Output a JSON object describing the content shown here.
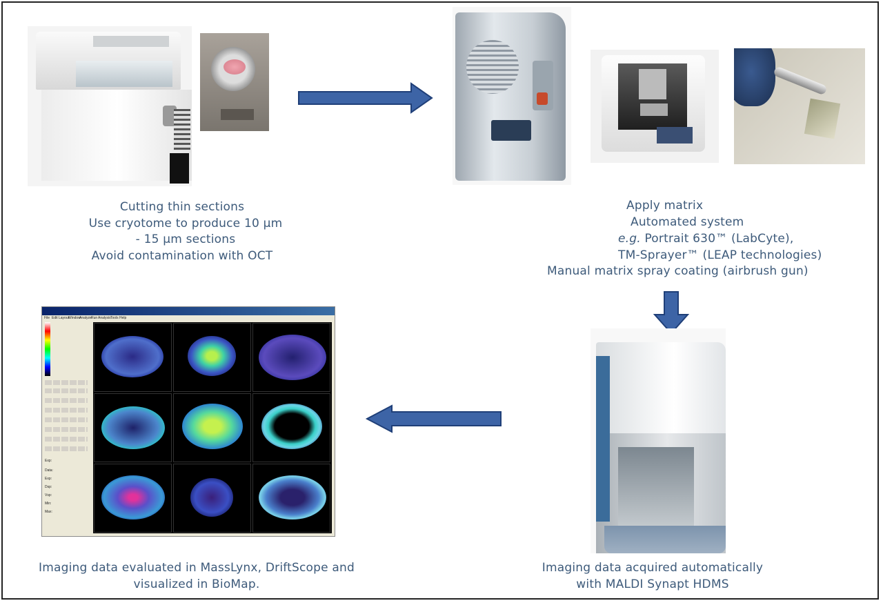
{
  "captions": {
    "cutting": [
      "Cutting  thin  sections",
      "Use cryotome to produce 10 µm",
      "- 15 µm sections",
      "Avoid contamination  with OCT"
    ],
    "matrix": {
      "line1": "Apply matrix",
      "line2": "Automated system",
      "line3_italic": "e.g.",
      "line3_rest": " Portrait 630™ (LabCyte),",
      "line4": "TM-Sprayer™ (LEAP technologies)",
      "line5": "Manual matrix spray coating (airbrush gun)"
    },
    "acquired": [
      "Imaging data acquired automatically",
      "with MALDI Synapt HDMS"
    ],
    "evaluated": [
      "Imaging data evaluated  in  MassLynx, DriftScope and",
      "visualized in BioMap."
    ]
  },
  "arrow_color": "#3d64a6",
  "arrow_border": "#1f3f78",
  "caption_color": "#3d5a7a",
  "biomap_window": {
    "menu": [
      "File",
      "Edit",
      "Layout",
      "Window",
      "Analyze",
      "Run",
      "Analysis",
      "Tools",
      "Help"
    ],
    "side_fields": [
      "Exp:",
      "Data:",
      "Exp:",
      "Dsp:",
      "Vsp:",
      "Min:",
      "Max:"
    ]
  }
}
